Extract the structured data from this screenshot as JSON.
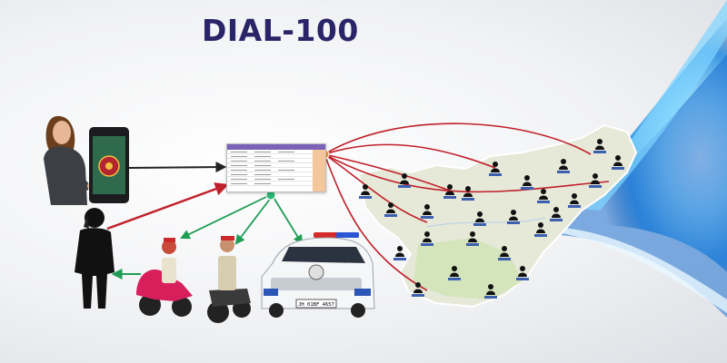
{
  "title": "DIAL-100",
  "colors": {
    "title": "#2a2468",
    "link_dark": "#222222",
    "link_red": "#c0202a",
    "link_green": "#1f9d55",
    "hub": "#f39a1e",
    "dispatch_node": "#2bb673",
    "map_land": "#e6e8d8",
    "police_vehicle": "#ffffff"
  },
  "icons": [
    "caller-woman-icon",
    "smartphone-app-icon",
    "caller-man-icon",
    "dashboard-icon",
    "police-motorcycle-icon",
    "police-car-icon",
    "state-map-icon",
    "police-station-icon",
    "fiber-optic-icon"
  ],
  "police_car": {
    "plate": "JH 01BF 4657"
  },
  "map_pins": 26
}
